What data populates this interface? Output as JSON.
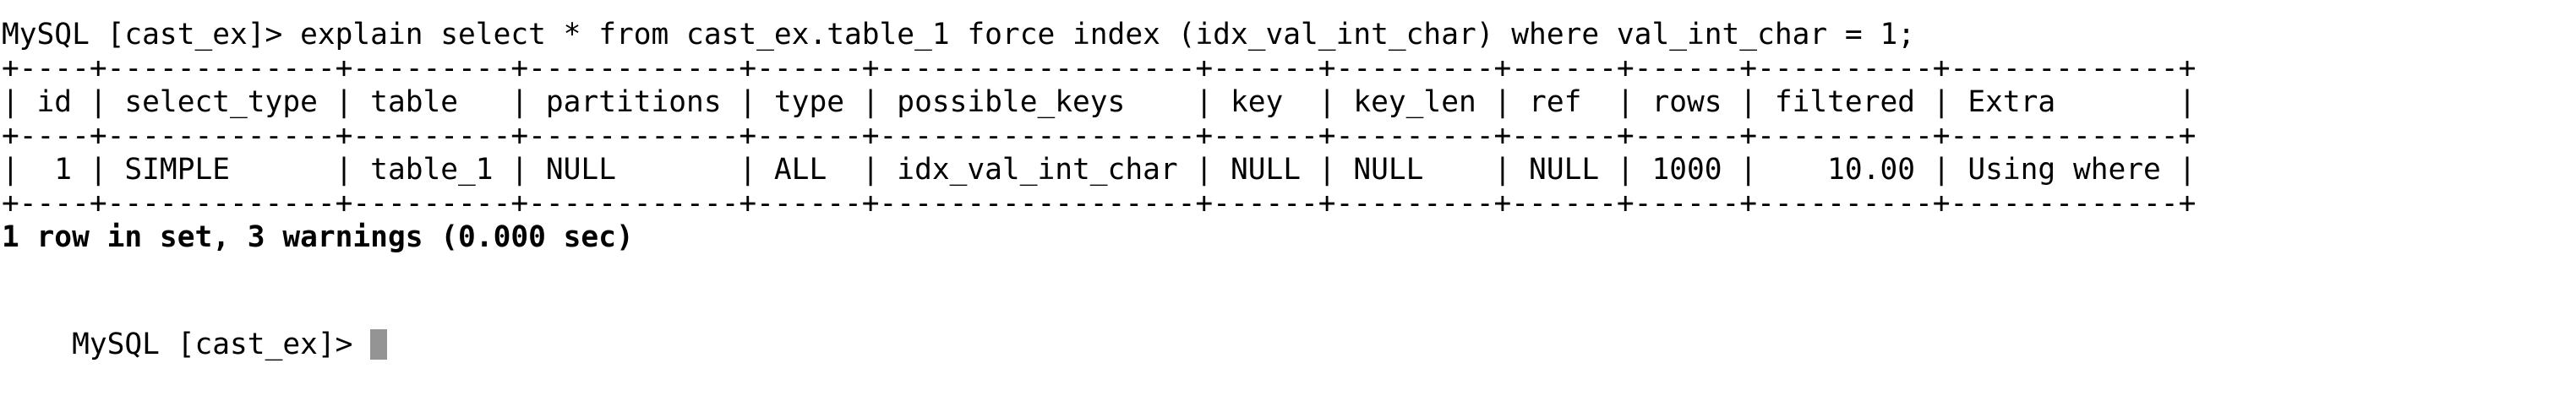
{
  "terminal": {
    "background_color": "#ffffff",
    "foreground_color": "#000000",
    "cursor_color": "#949494",
    "prompt": "MySQL [cast_ex]> ",
    "database": "cast_ex",
    "client": "MySQL"
  },
  "command_line": {
    "prompt": "MySQL [cast_ex]> ",
    "command": "explain select * from cast_ex.table_1 force index (idx_val_int_char) where val_int_char = 1;",
    "full_text": "MySQL [cast_ex]> explain select * from cast_ex.table_1 force index (idx_val_int_char) where val_int_char = 1;"
  },
  "result_table": {
    "top_border": "+----+-------------+---------+------------+------+------------------+------+---------+------+------+----------+-------------+",
    "header_border": "+----+-------------+---------+------------+------+------------------+------+---------+------+------+----------+-------------+",
    "bottom_border": "+----+-------------+---------+------------+------+------------------+------+---------+------+------+----------+-------------+",
    "header_row": "| id | select_type | table   | partitions | type | possible_keys    | key  | key_len | ref  | rows | filtered | Extra       |",
    "data_row": "|  1 | SIMPLE      | table_1 | NULL       | ALL  | idx_val_int_char | NULL | NULL    | NULL | 1000 |    10.00 | Using where |",
    "columns": [
      "id",
      "select_type",
      "table",
      "partitions",
      "type",
      "possible_keys",
      "key",
      "key_len",
      "ref",
      "rows",
      "filtered",
      "Extra"
    ],
    "rows": [
      {
        "id": "1",
        "select_type": "SIMPLE",
        "table": "table_1",
        "partitions": "NULL",
        "type": "ALL",
        "possible_keys": "idx_val_int_char",
        "key": "NULL",
        "key_len": "NULL",
        "ref": "NULL",
        "rows": "1000",
        "filtered": "10.00",
        "Extra": "Using where"
      }
    ]
  },
  "status_line": {
    "text": "1 row in set, 3 warnings (0.000 sec)",
    "row_count": "1",
    "warning_count": "3",
    "duration": "0.000 sec",
    "bold": true
  },
  "blank_line": "",
  "final_prompt": {
    "text": "MySQL [cast_ex]> ",
    "cursor_visible": true
  }
}
